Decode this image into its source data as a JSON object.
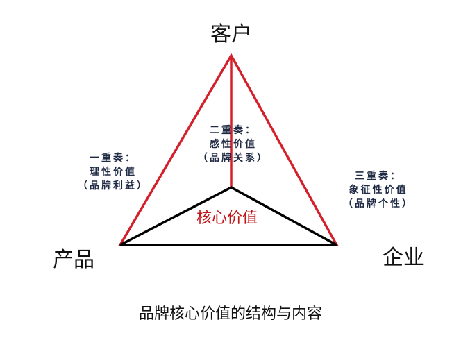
{
  "vertices": {
    "top": "客户",
    "left": "产品",
    "right": "企业"
  },
  "stages": {
    "first": {
      "title": "一重奏：",
      "value": "理性价值",
      "detail": "（品牌利益）"
    },
    "second": {
      "title": "二重奏：",
      "value": "感性价值",
      "detail": "（品牌关系）"
    },
    "third": {
      "title": "三重奏：",
      "value": "象征性价值",
      "detail": "（品牌个性）"
    }
  },
  "core": "核心价值",
  "caption": "品牌核心价值的结构与内容",
  "colors": {
    "outer_triangle": "#d3202b",
    "inner_triangle": "#000000",
    "core_text": "#c0161b",
    "stage_text": "#1f2a44"
  }
}
